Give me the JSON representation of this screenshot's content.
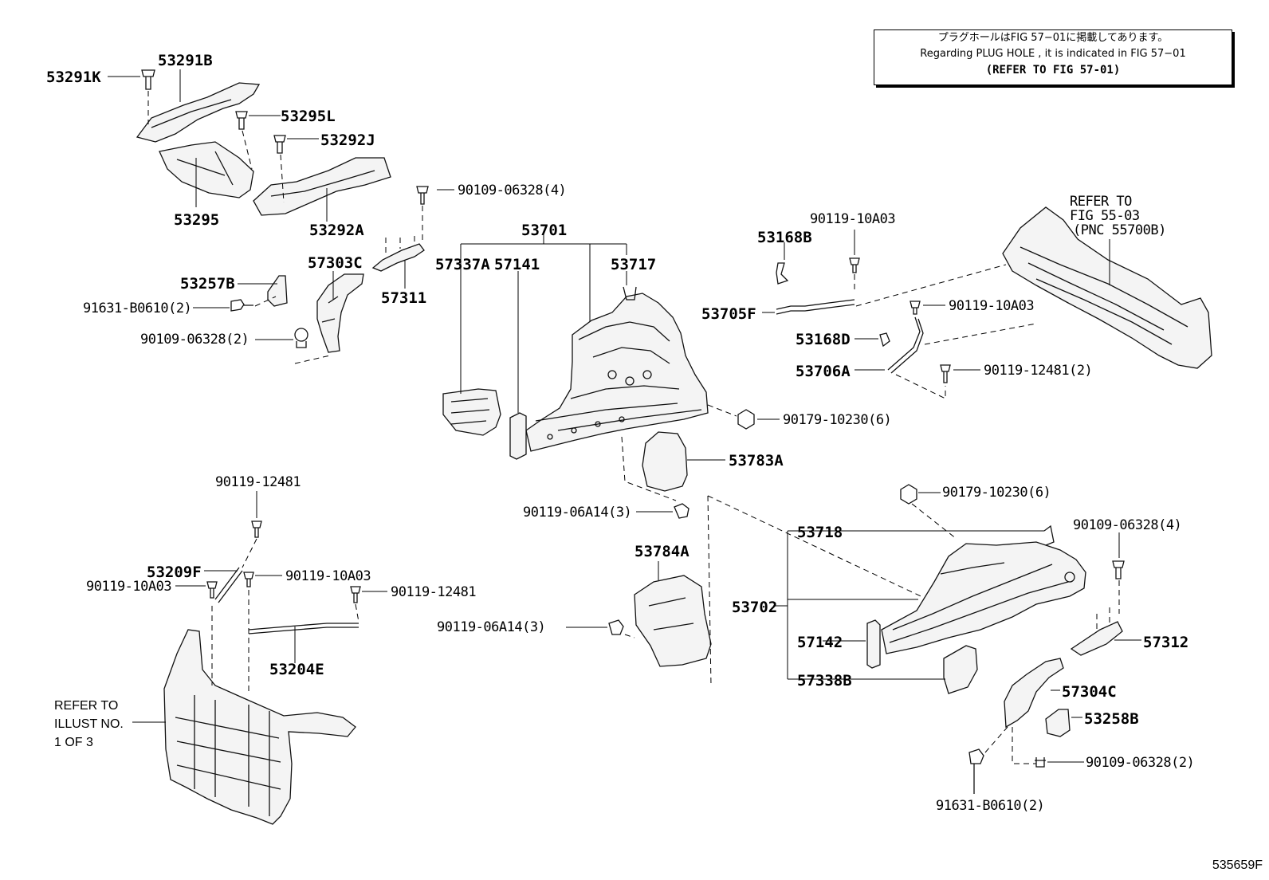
{
  "note": {
    "jp": "プラグホールはFIG 57−01に掲載してあります。",
    "en": "Regarding PLUG HOLE , it is indicated in FIG 57−01",
    "ref": "(REFER TO FIG 57-01)"
  },
  "figure_number": "535659F",
  "labels": {
    "l53291K": "53291K",
    "l53291B": "53291B",
    "l53295L": "53295L",
    "l53292J": "53292J",
    "l53295": "53295",
    "l53292A": "53292A",
    "l90109_4a": "90109-06328(4)",
    "l57303C": "57303C",
    "l53257B": "53257B",
    "l91631_a": "91631-B0610(2)",
    "l90109_2a": "90109-06328(2)",
    "l57311": "57311",
    "l53701": "53701",
    "l57337A": "57337A",
    "l57141": "57141",
    "l53717": "53717",
    "l90179_a": "90179-10230(6)",
    "l53783A": "53783A",
    "l90119_06a": "90119-06A14(3)",
    "l53168B": "53168B",
    "l90119_10a_a": "90119-10A03",
    "l53705F": "53705F",
    "l90119_10a_b": "90119-10A03",
    "l53168D": "53168D",
    "l53706A": "53706A",
    "l90119_12481_2": "90119-12481(2)",
    "ref_top1": "REFER TO",
    "ref_top2": "FIG 55-03",
    "ref_top3": "(PNC 55700B)",
    "l90119_12481_a": "90119-12481",
    "l53209F": "53209F",
    "l90119_10a_c": "90119-10A03",
    "l90119_10a_d": "90119-10A03",
    "l90119_12481_b": "90119-12481",
    "l53204E": "53204E",
    "ref_left1": "REFER TO",
    "ref_left2": "ILLUST NO.",
    "ref_left3": "1 OF 3",
    "l53784A": "53784A",
    "l90119_06b": "90119-06A14(3)",
    "l90179_b": "90179-10230(6)",
    "l53718": "53718",
    "l90109_4b": "90109-06328(4)",
    "l53702": "53702",
    "l57142": "57142",
    "l57312": "57312",
    "l57338B": "57338B",
    "l57304C": "57304C",
    "l53258B": "53258B",
    "l90109_2b": "90109-06328(2)",
    "l91631_b": "91631-B0610(2)"
  }
}
